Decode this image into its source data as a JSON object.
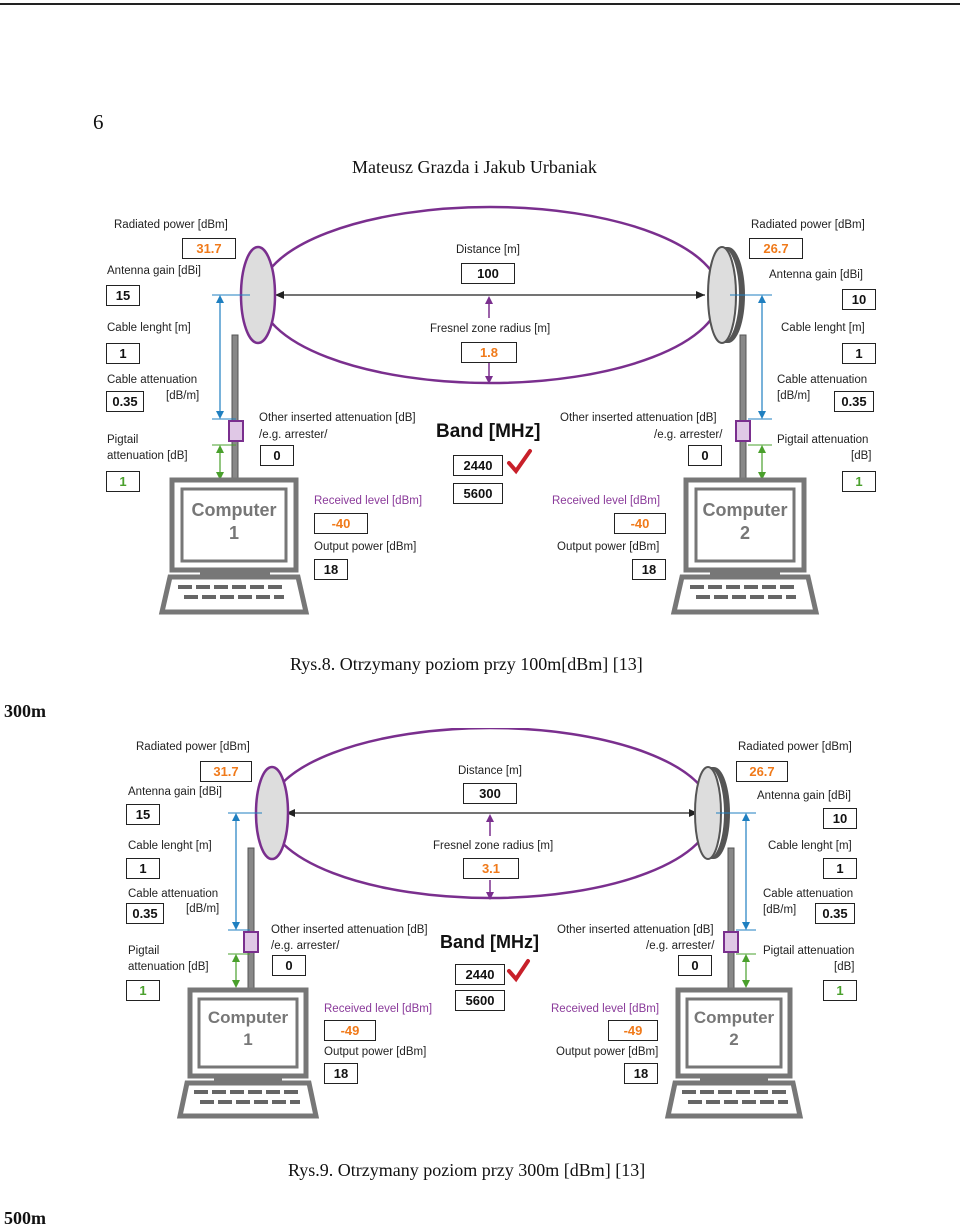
{
  "page": {
    "page_number": "6",
    "authors": "Mateusz Grazda i Jakub Urbaniak",
    "section_300": "300m",
    "section_500": "500m"
  },
  "labels": {
    "radiated_power": "Radiated power [dBm]",
    "antenna_gain": "Antenna gain [dBi]",
    "cable_length": "Cable lenght [m]",
    "cable_attenuation": "Cable attenuation",
    "db_per_m": "[dB/m]",
    "pigtail": "Pigtail",
    "pigtail_att": "attenuation [dB]",
    "pigtail_attenuation": "Pigtail attenuation",
    "db": "[dB]",
    "other_att": "Other inserted attenuation [dB]",
    "arrester": "/e.g. arrester/",
    "distance": "Distance [m]",
    "fresnel": "Fresnel zone radius [m]",
    "band": "Band [MHz]",
    "band_2440": "2440",
    "band_5600": "5600",
    "received": "Received level [dBm]",
    "output": "Output power [dBm]",
    "computer": "Computer",
    "num1": "1",
    "num2": "2",
    "check_icon": "checkmark-icon"
  },
  "figures": [
    {
      "caption": "Rys.8. Otrzymany poziom przy 100m[dBm] [13]",
      "left": {
        "radiated": "31.7",
        "gain": "15",
        "cable_len": "1",
        "cable_att": "0.35",
        "pigtail": "1",
        "other": "0",
        "received": "-40",
        "output": "18"
      },
      "right": {
        "radiated": "26.7",
        "gain": "10",
        "cable_len": "1",
        "cable_att": "0.35",
        "pigtail": "1",
        "other": "0",
        "received": "-40",
        "output": "18"
      },
      "distance": "100",
      "fresnel": "1.8"
    },
    {
      "caption": "Rys.9. Otrzymany poziom przy 300m [dBm] [13]",
      "left": {
        "radiated": "31.7",
        "gain": "15",
        "cable_len": "1",
        "cable_att": "0.35",
        "pigtail": "1",
        "other": "0",
        "received": "-49",
        "output": "18"
      },
      "right": {
        "radiated": "26.7",
        "gain": "10",
        "cable_len": "1",
        "cable_att": "0.35",
        "pigtail": "1",
        "other": "0",
        "received": "-49",
        "output": "18"
      },
      "distance": "300",
      "fresnel": "3.1"
    }
  ],
  "colors": {
    "orange": "#f07a1a",
    "green": "#4aa02c",
    "purple": "#7a2f8e",
    "blue": "#1f7fc0"
  }
}
